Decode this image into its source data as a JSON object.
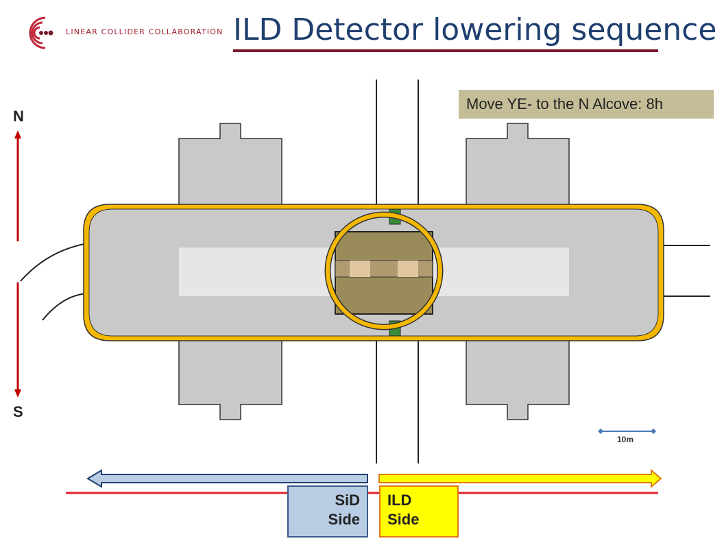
{
  "header": {
    "logo_text": "LINEAR COLLIDER COLLABORATION",
    "title": "ILD Detector lowering sequence"
  },
  "step_label": "Move YE- to the N Alcove: 8h",
  "compass": {
    "north": "N",
    "south": "S"
  },
  "scale_bar": {
    "label": "10m"
  },
  "sides": {
    "sid": [
      "SiD",
      "Side"
    ],
    "ild": [
      "ILD",
      "Side"
    ]
  },
  "colors": {
    "title": "#1f3f6f",
    "accent_rule": "#7b1a2a",
    "hall_fill": "#c9c9c9",
    "hall_border": "#f5b800",
    "alcove_fill": "#c9c9c9",
    "beam_strip": "#e6e6e6",
    "detector": "#9a8c5a",
    "step_box": "#c4bd97",
    "sid_arrow": "#b8cce4",
    "ild_arrow": "#ffff00",
    "compass_line": "#c00000"
  }
}
